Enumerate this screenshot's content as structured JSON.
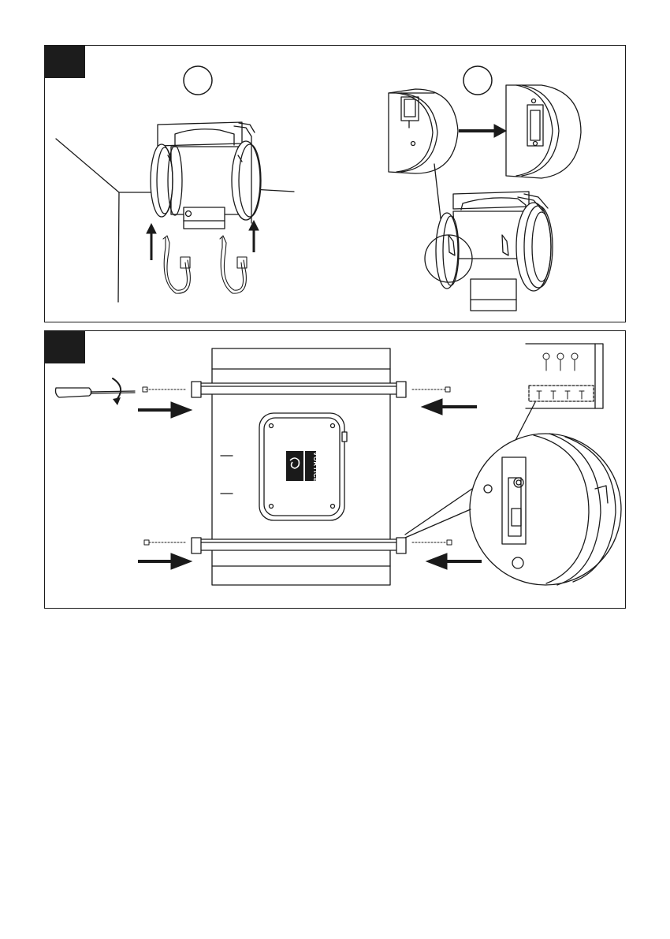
{
  "steps": [
    {
      "id": "step-1",
      "callouts": [
        "",
        ""
      ]
    },
    {
      "id": "step-2"
    }
  ],
  "product": {
    "brand_logo_text": "VORTICE"
  },
  "icons": [
    "arrow-icon",
    "screwdriver-icon",
    "screw-icon",
    "rotation-arrow-icon",
    "clamp-icon"
  ],
  "colors": {
    "line": "#1a1a1a",
    "tab": "#1c1c1c",
    "background": "#ffffff"
  }
}
